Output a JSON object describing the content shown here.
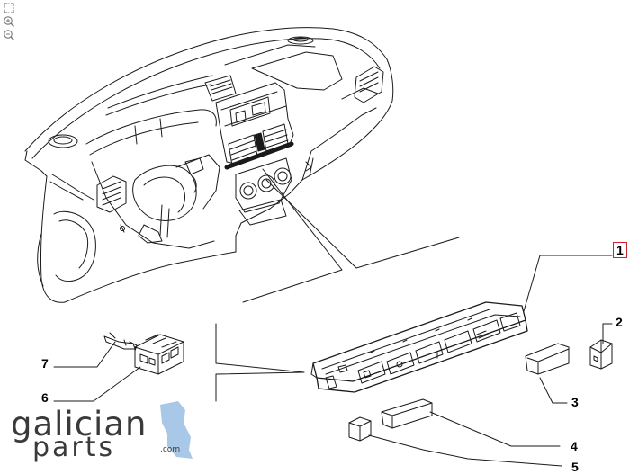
{
  "toolbar": {
    "fit_icon": "fit-to-window-icon",
    "zoom_in_icon": "zoom-in-icon",
    "zoom_out_icon": "zoom-out-icon"
  },
  "callouts": [
    {
      "id": "1",
      "label": "1",
      "selected": true
    },
    {
      "id": "2",
      "label": "2",
      "selected": false
    },
    {
      "id": "3",
      "label": "3",
      "selected": false
    },
    {
      "id": "4",
      "label": "4",
      "selected": false
    },
    {
      "id": "5",
      "label": "5",
      "selected": false
    },
    {
      "id": "6",
      "label": "6",
      "selected": false
    },
    {
      "id": "7",
      "label": "7",
      "selected": false
    }
  ],
  "watermark": {
    "line1": "galician",
    "line2": "parts",
    "suffix": ".com"
  },
  "colors": {
    "selected_box": "#d0202a",
    "line": "#1a1a1a",
    "watermark_text": "#3a3a3a",
    "watermark_map": "#a9c8e8"
  }
}
